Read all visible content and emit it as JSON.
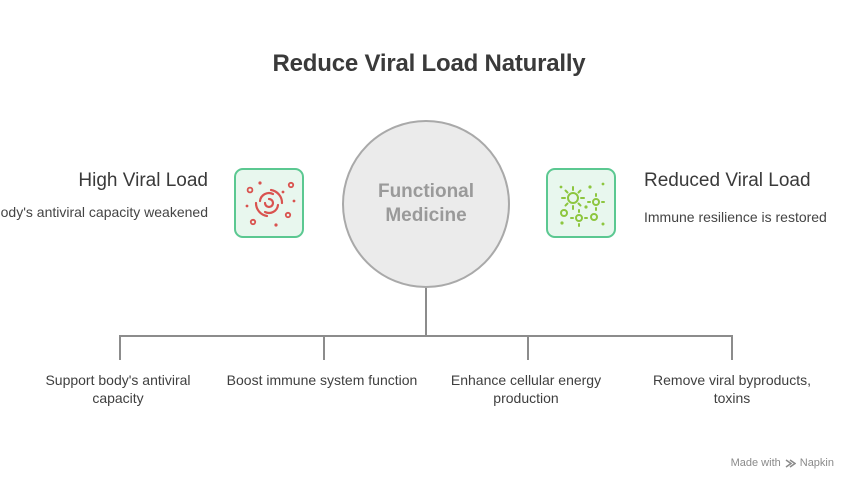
{
  "title": "Reduce Viral Load Naturally",
  "left": {
    "title": "High Viral Load",
    "description": "Body's antiviral capacity weakened",
    "icon": "viral-swirl-icon"
  },
  "right": {
    "title": "Reduced Viral Load",
    "description": "Immune resilience is restored",
    "icon": "microbes-icon"
  },
  "center": {
    "label": "Functional Medicine"
  },
  "branches": [
    {
      "label": "Support body's antiviral capacity"
    },
    {
      "label": "Boost immune system function"
    },
    {
      "label": "Enhance cellular energy production"
    },
    {
      "label": "Remove viral byproducts, toxins"
    }
  ],
  "footer": {
    "made_with": "Made with",
    "brand": "Napkin"
  },
  "colors": {
    "icon_border": "#5bc891",
    "icon_fill": "#e8f7ee",
    "virus_red": "#d9534f",
    "microbe_green": "#8dc63f",
    "circle_fill": "#ebebeb",
    "connector": "#8c8c8c"
  }
}
